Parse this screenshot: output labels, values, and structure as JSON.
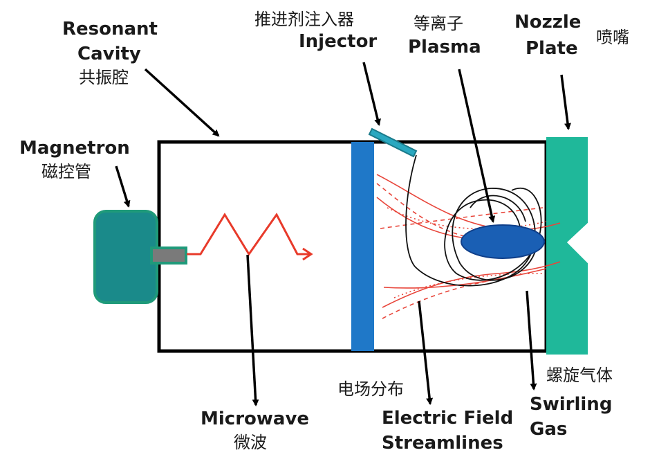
{
  "labels": {
    "resonant_cavity": {
      "en_line1": "Resonant",
      "en_line2": "Cavity",
      "cn": "共振腔"
    },
    "magnetron": {
      "en": "Magnetron",
      "cn": "磁控管"
    },
    "injector": {
      "cn": "推进剂注入器",
      "en": "Injector"
    },
    "plasma": {
      "cn": "等离子",
      "en": "Plasma"
    },
    "nozzle_plate": {
      "en_line1": "Nozzle",
      "en_line2": "Plate",
      "cn": "喷嘴"
    },
    "microwave": {
      "en": "Microwave",
      "cn": "微波"
    },
    "electric_field": {
      "cn": "电场分布",
      "en_line1": "Electric Field",
      "en_line2": "Streamlines"
    },
    "swirling_gas": {
      "cn": "螺旋气体",
      "en_line1": "Swirling",
      "en_line2": "Gas"
    }
  },
  "colors": {
    "magnetron_fill": "#1a8a8a",
    "magnetron_stroke": "#1f9a7a",
    "window_blue": "#1f78c8",
    "nozzle_teal": "#1fb89a",
    "plasma_blue": "#1a5fb4",
    "wave_red": "#e83a2a",
    "field_red": "#e8453a",
    "injector_teal": "#2aa8c0"
  }
}
